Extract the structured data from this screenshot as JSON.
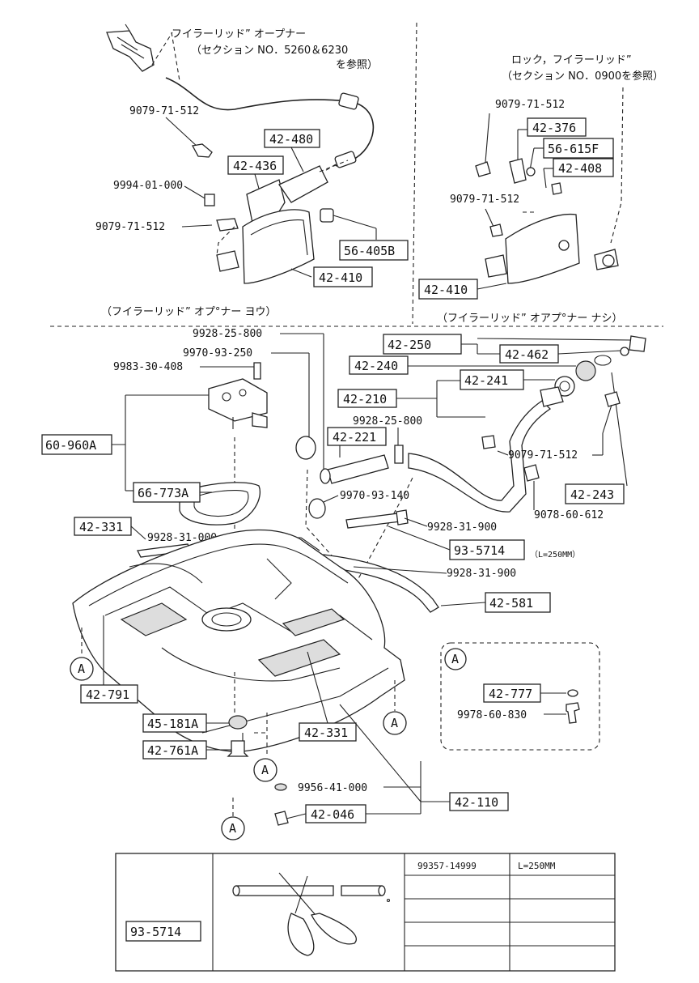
{
  "top_left": {
    "note_line1": "フイラーリッド” オープナー",
    "note_line2": "（セクション NO．5260＆6230",
    "note_line3": "を参照）",
    "refs": [
      "9079-71-512",
      "9994-01-000",
      "9079-71-512"
    ],
    "parts": [
      "42-480",
      "42-436",
      "56-405B",
      "42-410"
    ],
    "caption": "（フイラーリッド” オプ°ナー ヨウ）"
  },
  "top_right": {
    "note_line1": "ロック，フイラーリッド”",
    "note_line2": "（セクション NO．0900を参照）",
    "refs": [
      "9079-71-512",
      "9079-71-512"
    ],
    "parts": [
      "42-376",
      "56-615F",
      "42-408",
      "42-410"
    ],
    "caption": "（フイラーリッド” オアプ°ナー ナシ）"
  },
  "main": {
    "refs": [
      "9928-25-800",
      "9970-93-250",
      "9983-30-408",
      "9928-25-800",
      "9970-93-140",
      "9079-71-512",
      "9078-60-612",
      "9928-31-000",
      "9928-31-900",
      "9928-31-900",
      "9956-41-000"
    ],
    "parts": [
      "42-250",
      "42-462",
      "42-240",
      "42-241",
      "42-210",
      "42-221",
      "60-960A",
      "66-773A",
      "42-243",
      "42-331",
      "93-5714",
      "42-581",
      "42-791",
      "42-331",
      "45-181A",
      "42-761A",
      "42-046",
      "42-110"
    ],
    "note_hose": "（L=250MM）",
    "marker": "A"
  },
  "detail_a": {
    "marker": "A",
    "parts": [
      "42-777"
    ],
    "refs": [
      "9978-60-830"
    ]
  },
  "table": {
    "part_label": "93-5714",
    "rows": [
      [
        "99357-14999",
        "L=250MM"
      ],
      [
        "",
        ""
      ],
      [
        "",
        ""
      ],
      [
        "",
        ""
      ],
      [
        "",
        ""
      ]
    ]
  }
}
